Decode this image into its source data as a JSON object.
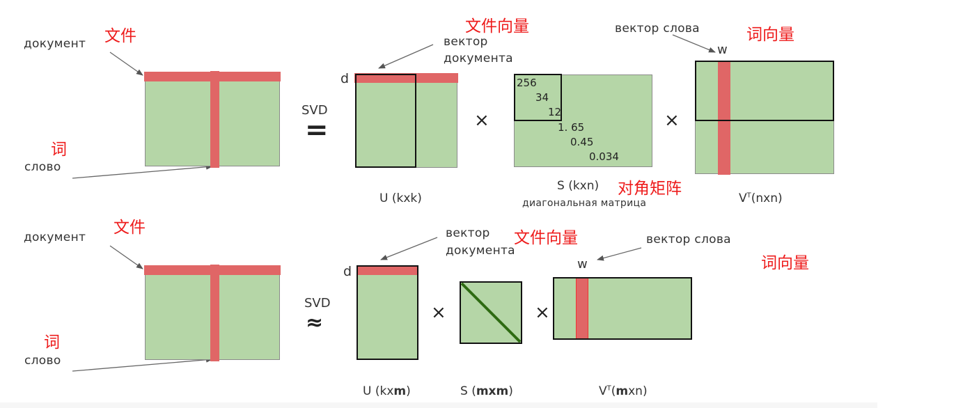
{
  "top_row": {
    "matrix_labels": {
      "document_ru": "документ",
      "document_zh": "文件",
      "word_ru": "слово",
      "word_zh": "词"
    },
    "operator_title": "SVD",
    "operator_symbol": "=",
    "u_matrix": {
      "row_label": "d",
      "annotation_ru_line1": "вектор",
      "annotation_ru_line2": "документа",
      "annotation_zh": "文件向量",
      "caption": "U (kxk)"
    },
    "times_1": "×",
    "s_matrix": {
      "values": [
        "256",
        "34",
        "12",
        "1. 65",
        "0.45",
        "0.034"
      ],
      "caption": "S (kxn)",
      "caption_zh": "对角矩阵",
      "subcaption_ru": "диагональная матрица"
    },
    "times_2": "×",
    "vt_matrix": {
      "column_label": "w",
      "annotation_ru": "вектор слова",
      "annotation_zh": "词向量",
      "caption_base": "V",
      "caption_sup": "T",
      "caption_rest": "(nxn)"
    }
  },
  "bottom_row": {
    "matrix_labels": {
      "document_ru": "документ",
      "document_zh": "文件",
      "word_ru": "слово",
      "word_zh": "词"
    },
    "operator_title": "SVD",
    "operator_symbol": "≈",
    "u_matrix": {
      "row_label": "d",
      "annotation_ru_line1": "вектор",
      "annotation_ru_line2": "документа",
      "annotation_zh": "文件向量",
      "caption_pre": "U (kx",
      "caption_bold": "m",
      "caption_post": ")"
    },
    "times_1": "×",
    "s_matrix": {
      "caption_pre": "S (",
      "caption_bold": "mxm",
      "caption_post": ")"
    },
    "times_2": "×",
    "vt_matrix": {
      "column_label": "w",
      "annotation_ru": "вектор слова",
      "annotation_zh": "词向量",
      "caption_base": "V",
      "caption_sup": "T",
      "caption_pre": "(",
      "caption_bold": "m",
      "caption_post": "xn)"
    }
  },
  "colors": {
    "matrix_fill": "#b5d6a7",
    "highlight_red": "#e06666",
    "annotation_red": "#ee1c1c",
    "diagonal_green": "#2e6b12",
    "frame": "#111111"
  }
}
